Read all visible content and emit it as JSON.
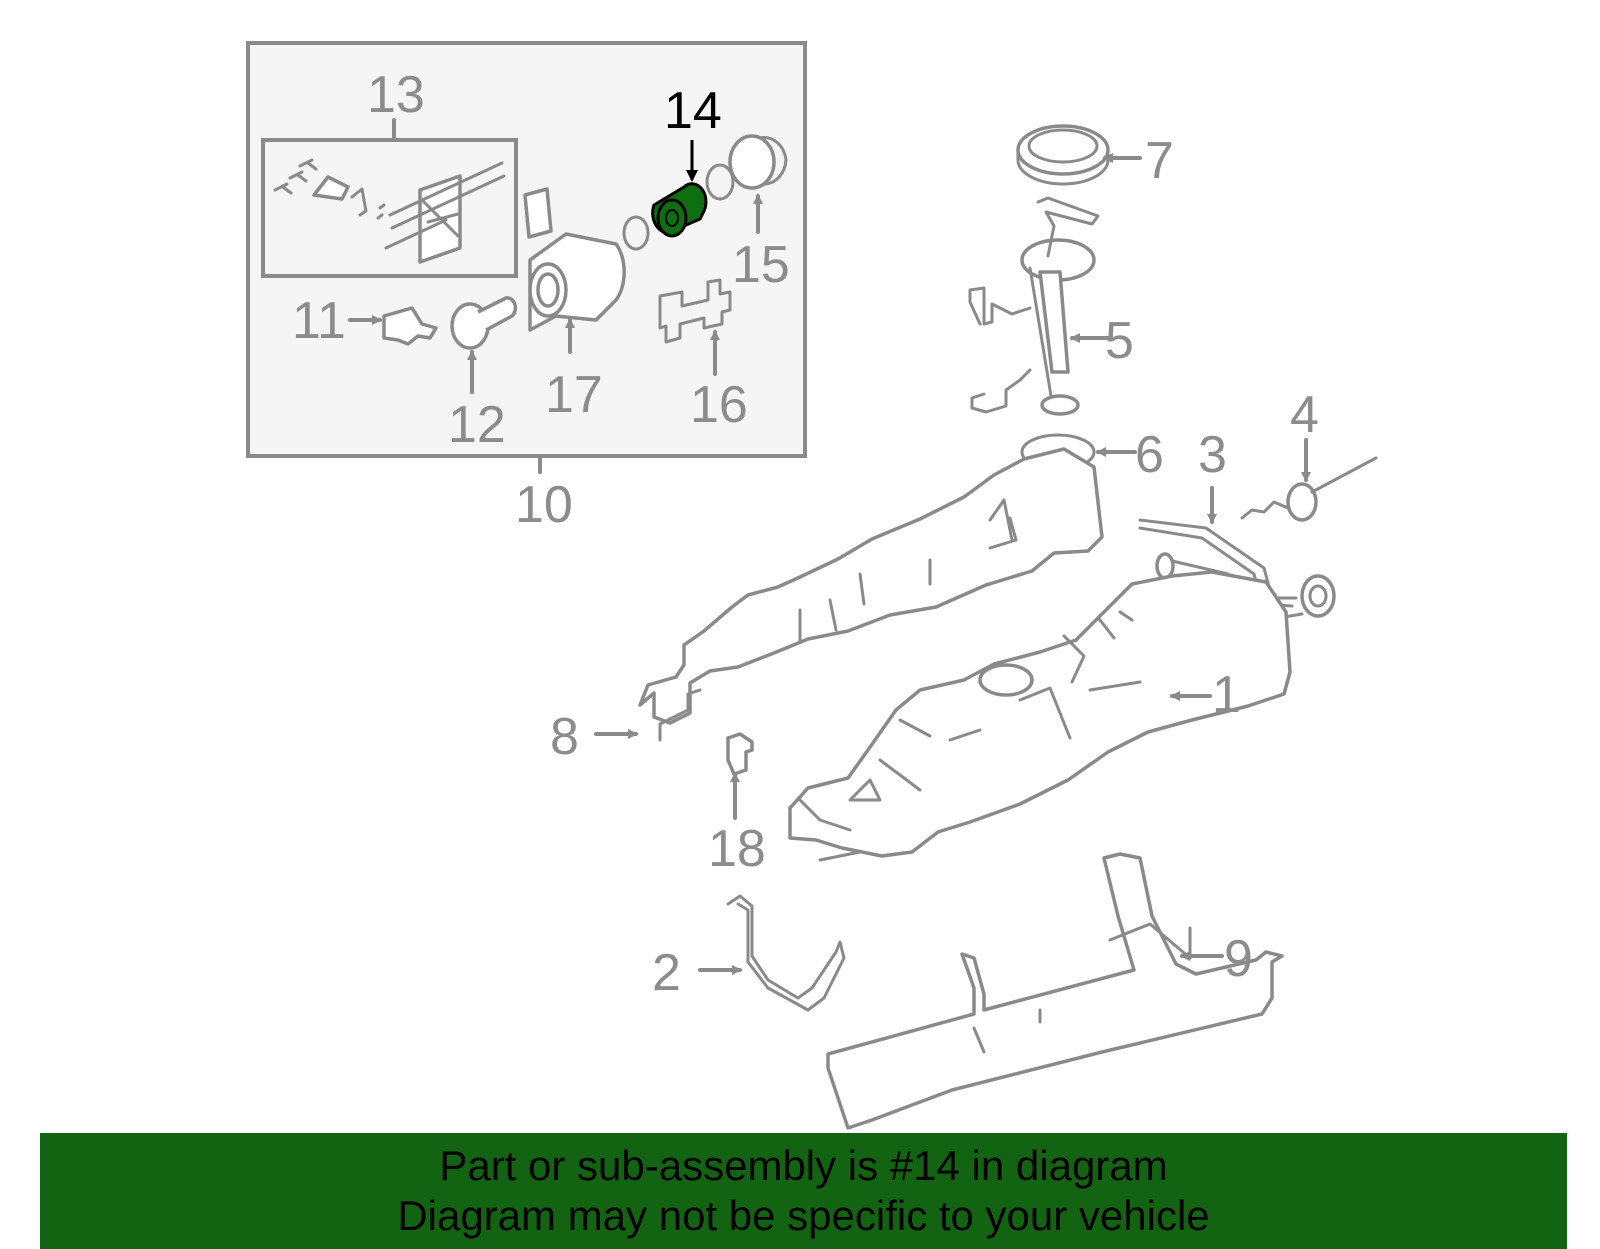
{
  "callouts": {
    "c1": "1",
    "c2": "2",
    "c3": "3",
    "c4": "4",
    "c5": "5",
    "c6": "6",
    "c7": "7",
    "c8": "8",
    "c9": "9",
    "c10": "10",
    "c11": "11",
    "c12": "12",
    "c13": "13",
    "c14": "14",
    "c15": "15",
    "c16": "16",
    "c17": "17",
    "c18": "18"
  },
  "highlight": {
    "part": "14",
    "color": "#0f6e0f"
  },
  "banner": {
    "line1": "Part or sub-assembly is #14 in diagram",
    "line2": "Diagram may not be specific to your vehicle",
    "background": "#126312"
  }
}
